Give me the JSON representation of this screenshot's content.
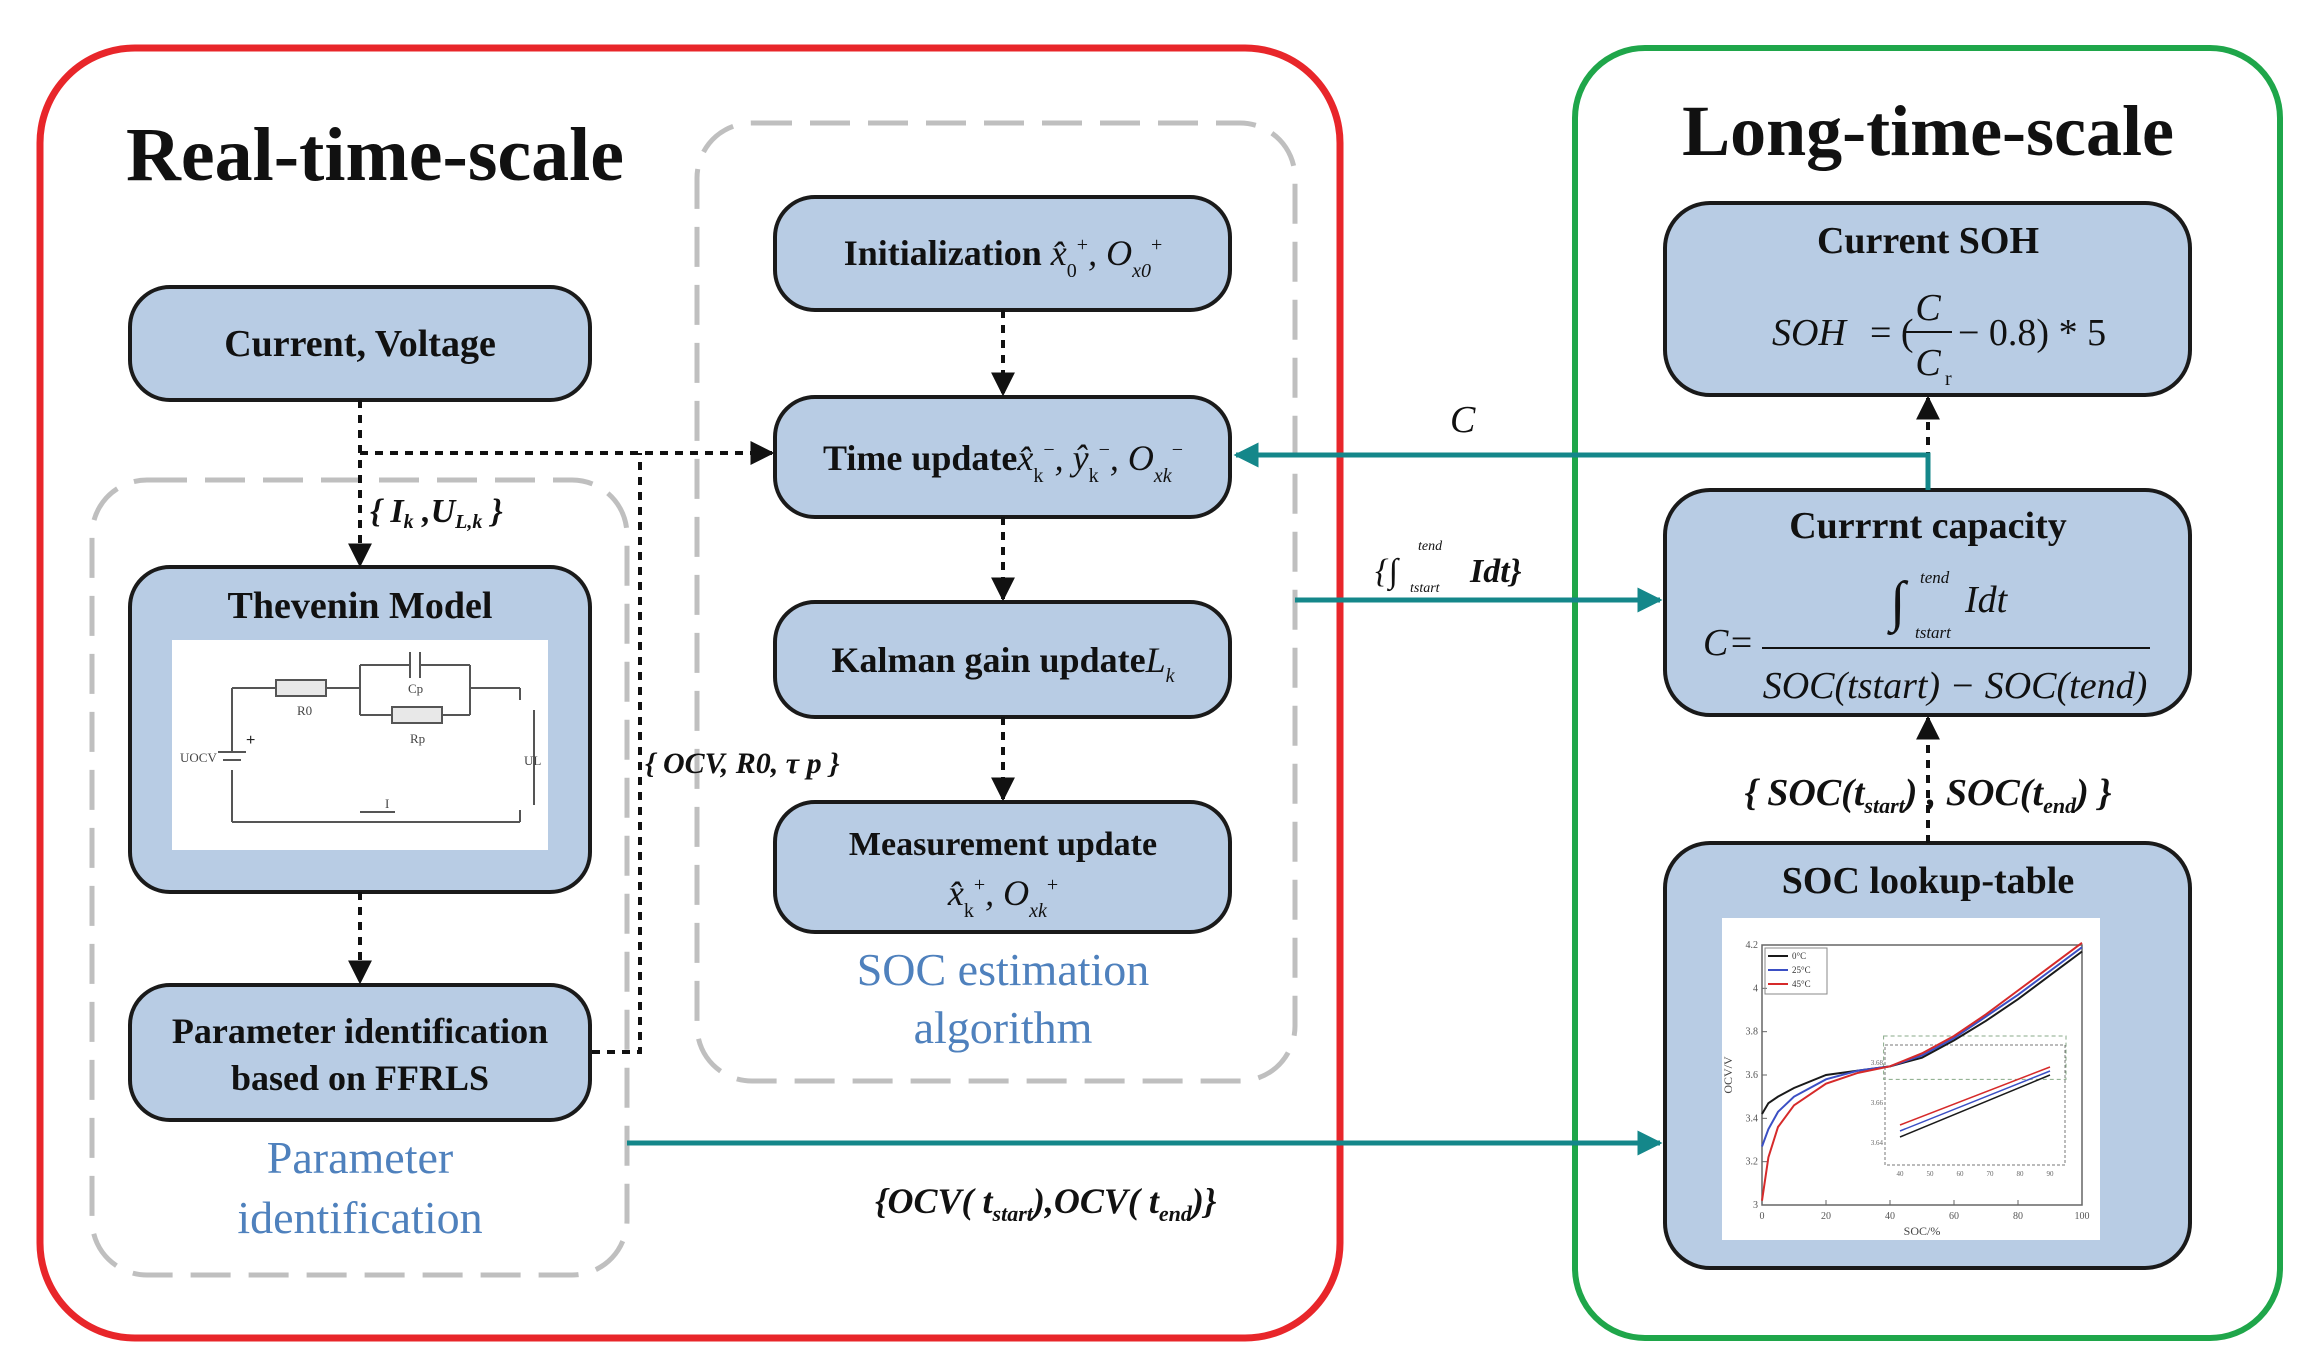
{
  "colors": {
    "real_time_frame": "#e8262a",
    "long_time_frame": "#1fa64a",
    "node_fill": "#b8cce4",
    "node_stroke": "#1a1a1a",
    "teal_arrow": "#14878a",
    "group_dash": "#bfbfbf",
    "blue_label": "#4f81bd"
  },
  "sections": {
    "real_time_title": "Real-time-scale",
    "long_time_title": "Long-time-scale"
  },
  "nodes": {
    "current_voltage": "Current, Voltage",
    "thevenin": "Thevenin Model",
    "param_id_line1": "Parameter identification",
    "param_id_line2": "based on FFRLS",
    "init": "Initialization",
    "time_update": "Time update",
    "kalman": "Kalman gain update",
    "measurement": "Measurement update",
    "current_soh": "Current SOH",
    "current_capacity": "Currrnt capacity",
    "soc_lookup": "SOC lookup-table"
  },
  "groups": {
    "param_identification_line1": "Parameter",
    "param_identification_line2": "identification",
    "soc_estimation_line1": "SOC estimation",
    "soc_estimation_line2": "algorithm"
  },
  "labels": {
    "ik_ulk_open": "{ ",
    "ik_I": "I",
    "ik_k": "k",
    "ik_comma": " ,",
    "ik_U": "U",
    "ik_Lk": "L,k",
    "ik_close": " }",
    "ocv_r0_tau": "{ OCV, R0, τ p }",
    "c_label": "C",
    "integral_label": "{∫ Idt}",
    "integral_upper": "tend",
    "integral_lower": "tstart",
    "soc_start_end": "{ SOC(tstart) , SOC(tend) }",
    "ocv_start_end": "{OCV( tstart),OCV( tend)}"
  },
  "formulas": {
    "soh": "SOH = (C/Cr − 0.8) * 5",
    "capacity_numerator": "∫ Idt",
    "capacity_lhs": "C=",
    "capacity_denominator": "SOC(tstart) − SOC(tend)",
    "init_symbols": "x̂0+, Ox0+",
    "time_update_symbols": "x̂k−, ŷk−, Oxk−",
    "kalman_symbol": "Lk",
    "measurement_symbols": "x̂k+, Oxk+"
  },
  "circuit": {
    "r0": "R0",
    "cp": "Cp",
    "rp": "Rp",
    "uocv": "UOCV",
    "ul": "UL",
    "i": "I",
    "plus": "+"
  },
  "chart_data": {
    "type": "line",
    "xlabel": "SOC/%",
    "ylabel": "OCV/V",
    "ylim": [
      3.0,
      4.2
    ],
    "xlim": [
      0,
      100
    ],
    "x_ticks": [
      "0",
      "20",
      "40",
      "60",
      "80",
      "100"
    ],
    "y_ticks": [
      "3",
      "3.2",
      "3.4",
      "3.6",
      "3.8",
      "4",
      "4.2"
    ],
    "legend_position": "top-left",
    "series": [
      {
        "name": "0°C",
        "color": "#1a1a1a",
        "x": [
          0,
          2,
          5,
          10,
          20,
          30,
          40,
          50,
          60,
          70,
          80,
          90,
          100
        ],
        "y": [
          3.42,
          3.47,
          3.5,
          3.54,
          3.6,
          3.62,
          3.64,
          3.68,
          3.76,
          3.85,
          3.95,
          4.06,
          4.17
        ]
      },
      {
        "name": "25°C",
        "color": "#3b4fc4",
        "x": [
          0,
          2,
          5,
          10,
          20,
          30,
          40,
          50,
          60,
          70,
          80,
          90,
          100
        ],
        "y": [
          3.27,
          3.35,
          3.43,
          3.5,
          3.58,
          3.62,
          3.64,
          3.69,
          3.77,
          3.87,
          3.97,
          4.08,
          4.19
        ]
      },
      {
        "name": "45°C",
        "color": "#d62a2a",
        "x": [
          0,
          2,
          5,
          10,
          20,
          30,
          40,
          50,
          60,
          70,
          80,
          90,
          100
        ],
        "y": [
          3.02,
          3.22,
          3.36,
          3.46,
          3.56,
          3.61,
          3.64,
          3.7,
          3.78,
          3.88,
          3.99,
          4.1,
          4.21
        ]
      }
    ],
    "inset": {
      "x_ticks": [
        "40",
        "50",
        "60",
        "70",
        "80",
        "90"
      ],
      "y_ticks": [
        "3.64",
        "3.66",
        "3.68"
      ]
    }
  }
}
